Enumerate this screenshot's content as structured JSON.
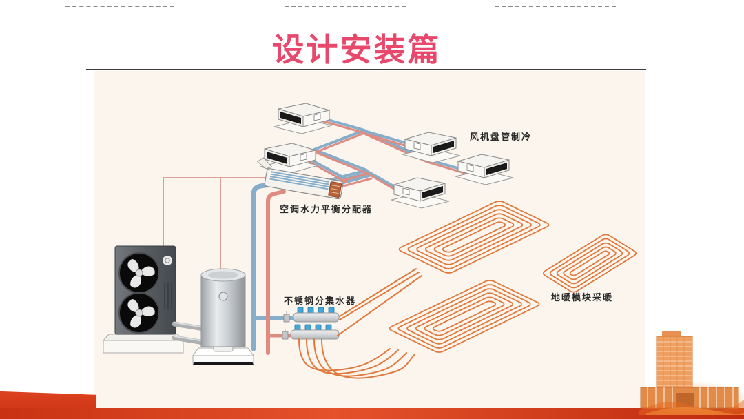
{
  "slide": {
    "title": "设计安装篇",
    "decoration": {
      "top_dashed_line_count": 3
    }
  },
  "diagram": {
    "labels": {
      "fan_coil": "风机盘管制冷",
      "distributor": "空调水力平衡分配器",
      "manifold": "不锈钢分集水器",
      "floor_heating": "地暖模块采暖"
    },
    "components": [
      "heat-pump-outdoor-unit",
      "buffer-tank",
      "hydraulic-balance-distributor",
      "fan-coil-unit-x5",
      "stainless-manifold-x2",
      "floor-heating-coil-panel-x3"
    ]
  },
  "colors": {
    "title": "#E8486C",
    "title_rule": "#3C3C3C",
    "panel_background": "#FBF5EE",
    "chilled_pipe": "#86AECB",
    "hot_pipe": "#E08B80",
    "floor_coil": "#E0793C",
    "valve_cap": "#3FA8DC",
    "dashed_line": "#8A8A8A",
    "footer_red": "#D63A16"
  }
}
